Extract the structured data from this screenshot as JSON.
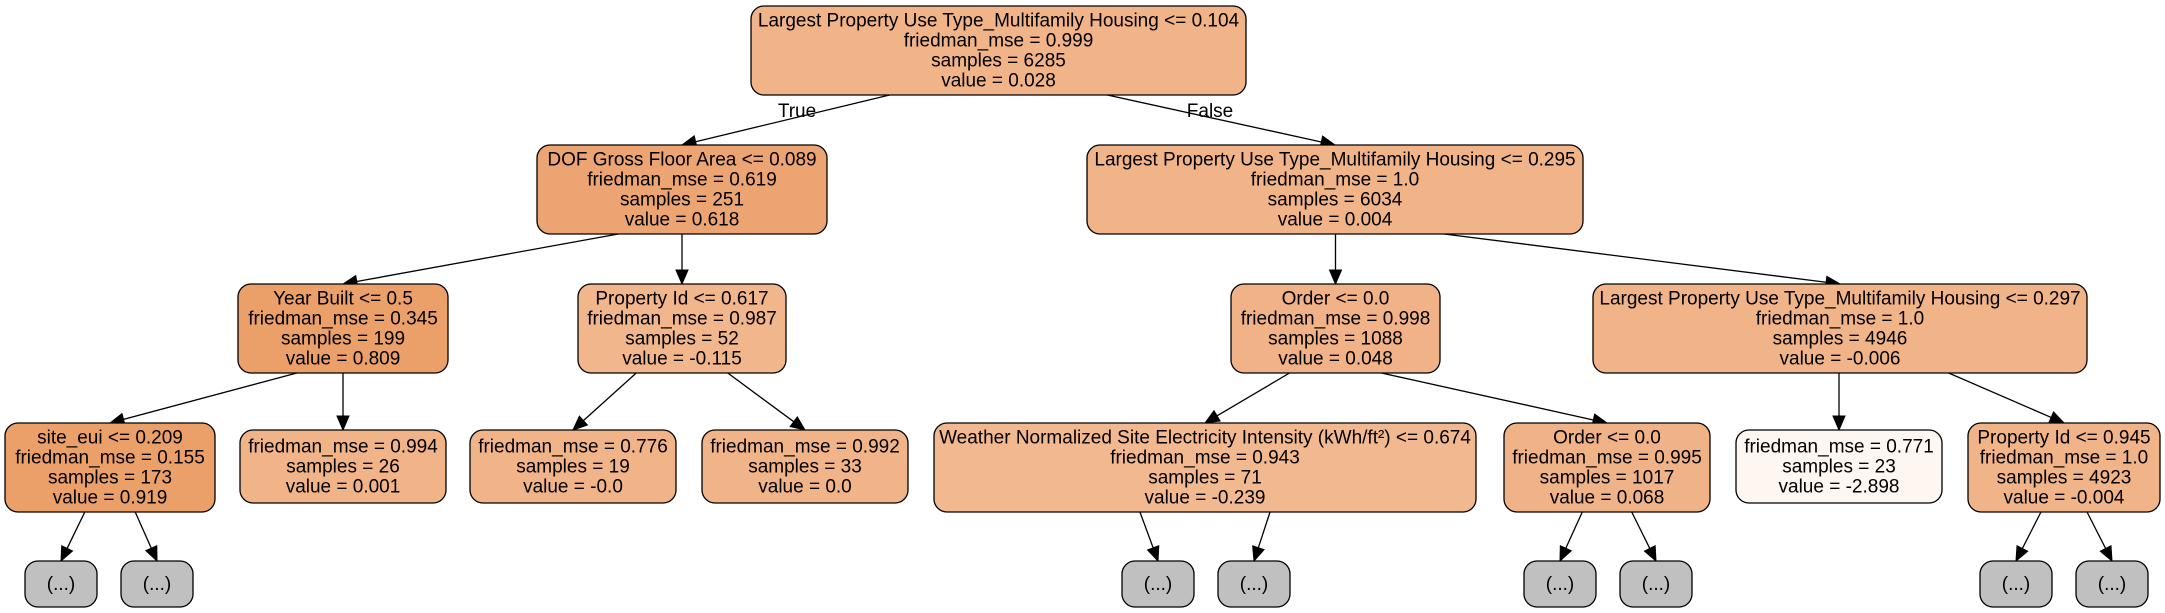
{
  "tree": {
    "edge_labels": {
      "true": "True",
      "false": "False"
    },
    "nodes": [
      {
        "id": "n0",
        "fill": "#f1b388",
        "lines": [
          "Largest Property Use Type_Multifamily Housing <= 0.104",
          "friedman_mse = 0.999",
          "samples = 6285",
          "value = 0.028"
        ]
      },
      {
        "id": "n1",
        "fill": "#eca572",
        "lines": [
          "DOF Gross Floor Area <= 0.089",
          "friedman_mse = 0.619",
          "samples = 251",
          "value = 0.618"
        ]
      },
      {
        "id": "n2",
        "fill": "#f1b489",
        "lines": [
          "Largest Property Use Type_Multifamily Housing <= 0.295",
          "friedman_mse = 1.0",
          "samples = 6034",
          "value = 0.004"
        ]
      },
      {
        "id": "n3",
        "fill": "#eba06a",
        "lines": [
          "Year Built <= 0.5",
          "friedman_mse = 0.345",
          "samples = 199",
          "value = 0.809"
        ]
      },
      {
        "id": "n4",
        "fill": "#f2b68d",
        "lines": [
          "Property Id <= 0.617",
          "friedman_mse = 0.987",
          "samples = 52",
          "value = -0.115"
        ]
      },
      {
        "id": "n5",
        "fill": "#f0b286",
        "lines": [
          "Order <= 0.0",
          "friedman_mse = 0.998",
          "samples = 1088",
          "value = 0.048"
        ]
      },
      {
        "id": "n6",
        "fill": "#f1b489",
        "lines": [
          "Largest Property Use Type_Multifamily Housing <= 0.297",
          "friedman_mse = 1.0",
          "samples = 4946",
          "value = -0.006"
        ]
      },
      {
        "id": "n7",
        "fill": "#eba069",
        "lines": [
          "site_eui <= 0.209",
          "friedman_mse = 0.155",
          "samples = 173",
          "value = 0.919"
        ]
      },
      {
        "id": "n8",
        "fill": "#f1b489",
        "lines": [
          "friedman_mse = 0.994",
          "samples = 26",
          "value = 0.001"
        ]
      },
      {
        "id": "n9",
        "fill": "#f1b489",
        "lines": [
          "friedman_mse = 0.776",
          "samples = 19",
          "value = -0.0"
        ]
      },
      {
        "id": "n10",
        "fill": "#f1b489",
        "lines": [
          "friedman_mse = 0.992",
          "samples = 33",
          "value = 0.0"
        ]
      },
      {
        "id": "n11",
        "fill": "#f2b990",
        "lines": [
          "Weather Normalized Site Electricity Intensity (kWh/ft²) <= 0.674",
          "friedman_mse = 0.943",
          "samples = 71",
          "value = -0.239"
        ]
      },
      {
        "id": "n12",
        "fill": "#f0b287",
        "lines": [
          "Order <= 0.0",
          "friedman_mse = 0.995",
          "samples = 1017",
          "value = 0.068"
        ]
      },
      {
        "id": "n13",
        "fill": "#fdf6f1",
        "lines": [
          "friedman_mse = 0.771",
          "samples = 23",
          "value = -2.898"
        ]
      },
      {
        "id": "n14",
        "fill": "#f1b489",
        "lines": [
          "Property Id <= 0.945",
          "friedman_mse = 1.0",
          "samples = 4923",
          "value = -0.004"
        ]
      },
      {
        "id": "t1",
        "fill": "#c0c0c0",
        "lines": [
          "(...)"
        ]
      },
      {
        "id": "t2",
        "fill": "#c0c0c0",
        "lines": [
          "(...)"
        ]
      },
      {
        "id": "t3",
        "fill": "#c0c0c0",
        "lines": [
          "(...)"
        ]
      },
      {
        "id": "t4",
        "fill": "#c0c0c0",
        "lines": [
          "(...)"
        ]
      },
      {
        "id": "t5",
        "fill": "#c0c0c0",
        "lines": [
          "(...)"
        ]
      },
      {
        "id": "t6",
        "fill": "#c0c0c0",
        "lines": [
          "(...)"
        ]
      },
      {
        "id": "t7",
        "fill": "#c0c0c0",
        "lines": [
          "(...)"
        ]
      },
      {
        "id": "t8",
        "fill": "#c0c0c0",
        "lines": [
          "(...)"
        ]
      }
    ],
    "edges": [
      {
        "from": "n0",
        "to": "n1",
        "label": "true"
      },
      {
        "from": "n0",
        "to": "n2",
        "label": "false"
      },
      {
        "from": "n1",
        "to": "n3"
      },
      {
        "from": "n1",
        "to": "n4"
      },
      {
        "from": "n2",
        "to": "n5"
      },
      {
        "from": "n2",
        "to": "n6"
      },
      {
        "from": "n3",
        "to": "n7"
      },
      {
        "from": "n3",
        "to": "n8"
      },
      {
        "from": "n4",
        "to": "n9"
      },
      {
        "from": "n4",
        "to": "n10"
      },
      {
        "from": "n5",
        "to": "n11"
      },
      {
        "from": "n5",
        "to": "n12"
      },
      {
        "from": "n6",
        "to": "n13"
      },
      {
        "from": "n6",
        "to": "n14"
      },
      {
        "from": "n7",
        "to": "t1"
      },
      {
        "from": "n7",
        "to": "t2"
      },
      {
        "from": "n11",
        "to": "t3"
      },
      {
        "from": "n11",
        "to": "t4"
      },
      {
        "from": "n12",
        "to": "t5"
      },
      {
        "from": "n12",
        "to": "t6"
      },
      {
        "from": "n14",
        "to": "t7"
      },
      {
        "from": "n14",
        "to": "t8"
      }
    ]
  }
}
